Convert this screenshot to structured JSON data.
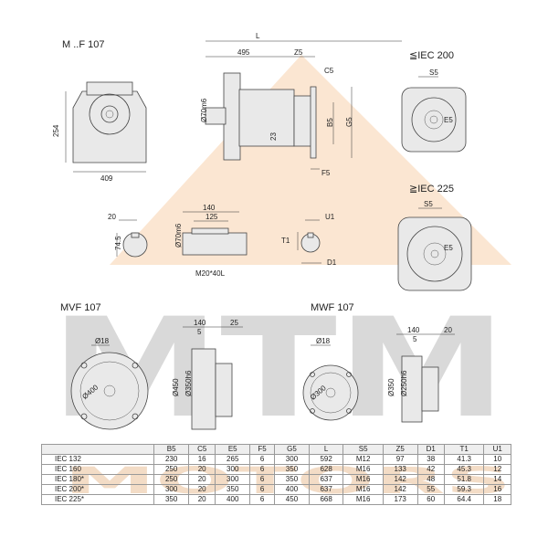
{
  "titles": {
    "mf": "M ..F 107",
    "iec200": "≦IEC 200",
    "iec225": "≧IEC 225",
    "mvf": "MVF 107",
    "mwf": "MWF 107"
  },
  "watermark": {
    "large": "MTM",
    "small": "MOTORS"
  },
  "dims": {
    "top_left": {
      "h": "254",
      "w": "409"
    },
    "side": {
      "L": "L",
      "d495": "495",
      "Z5": "Z5",
      "C5": "C5",
      "B5": "B5",
      "G5": "G5",
      "F5": "F5",
      "shaft": "Ø70m6",
      "d23": "23"
    },
    "iec200": {
      "S5": "S5",
      "E5": "E5"
    },
    "iec225": {
      "S5": "S5",
      "E5": "E5"
    },
    "shaft_end": {
      "d20": "20",
      "d745": "74.5"
    },
    "shaft_side": {
      "d140": "140",
      "d125": "125",
      "shaft": "Ø70m6",
      "thread": "M20*40L"
    },
    "shaft_small": {
      "U1": "U1",
      "T1": "T1",
      "D1": "D1"
    },
    "mvf": {
      "d18": "Ø18",
      "d400": "Ø400",
      "d140": "140",
      "d5": "5",
      "d25": "25",
      "d450": "Ø450",
      "d350": "Ø350h6"
    },
    "mwf": {
      "d18": "Ø18",
      "d300": "Ø300",
      "d140": "140",
      "d5": "5",
      "d20": "20",
      "d350": "Ø350",
      "d250": "Ø250h6"
    }
  },
  "table": {
    "headers": [
      "",
      "B5",
      "C5",
      "E5",
      "F5",
      "G5",
      "L",
      "S5",
      "Z5",
      "D1",
      "T1",
      "U1"
    ],
    "rows": [
      [
        "IEC 132",
        "230",
        "16",
        "265",
        "6",
        "300",
        "592",
        "M12",
        "97",
        "38",
        "41.3",
        "10"
      ],
      [
        "IEC 160",
        "250",
        "20",
        "300",
        "6",
        "350",
        "628",
        "M16",
        "133",
        "42",
        "45.3",
        "12"
      ],
      [
        "IEC 180*",
        "250",
        "20",
        "300",
        "6",
        "350",
        "637",
        "M16",
        "142",
        "48",
        "51.8",
        "14"
      ],
      [
        "IEC 200*",
        "300",
        "20",
        "350",
        "6",
        "400",
        "637",
        "M16",
        "142",
        "55",
        "59.3",
        "16"
      ],
      [
        "IEC 225*",
        "350",
        "20",
        "400",
        "6",
        "450",
        "668",
        "M16",
        "173",
        "60",
        "64.4",
        "18"
      ]
    ]
  },
  "colors": {
    "watermark_orange": "#f6d3b0",
    "watermark_grey": "#d6d6d6",
    "line": "#444444",
    "fill": "#e9e9e9"
  }
}
